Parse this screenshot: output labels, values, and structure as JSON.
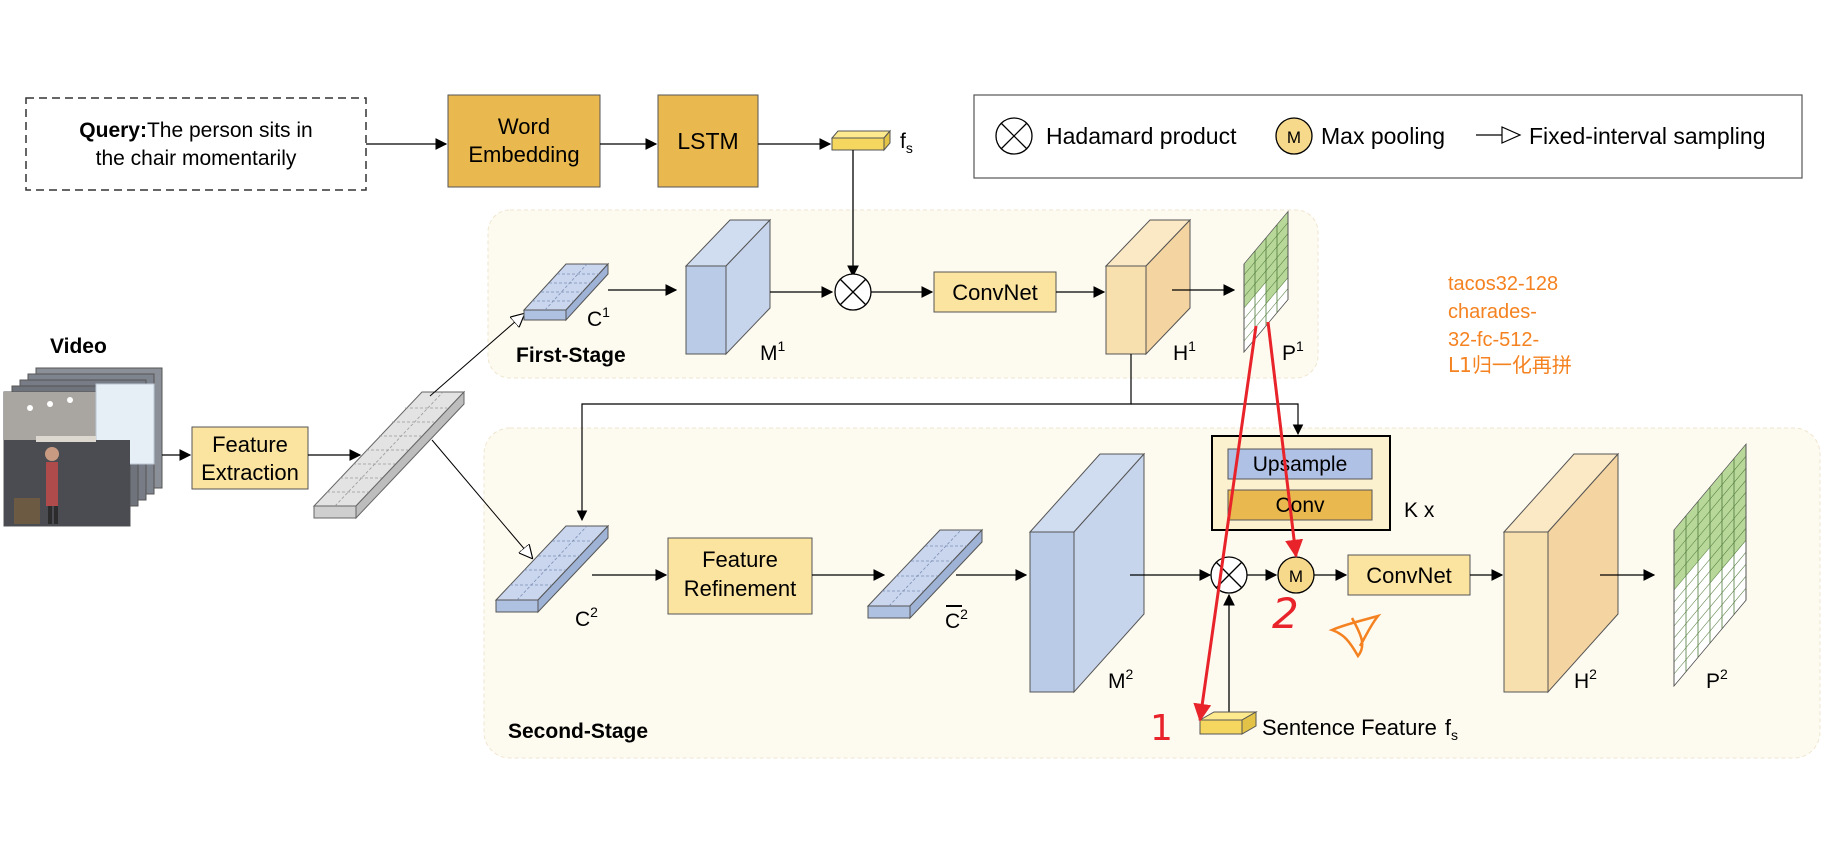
{
  "query": {
    "label": "Query:",
    "text_line1": "The person sits in",
    "text_line2": "the chair momentarily"
  },
  "blocks": {
    "word_embedding_1": "Word",
    "word_embedding_2": "Embedding",
    "lstm": "LSTM",
    "convnet1": "ConvNet",
    "convnet2": "ConvNet",
    "feature_extraction_1": "Feature",
    "feature_extraction_2": "Extraction",
    "feature_refinement_1": "Feature",
    "feature_refinement_2": "Refinement",
    "upsample": "Upsample",
    "conv": "Conv",
    "kx": "K x",
    "video": "Video",
    "sentence_feature": "Sentence Feature"
  },
  "labels": {
    "fs": "f",
    "fs_sub": "s",
    "c1": "C",
    "c1_sup": "1",
    "m1": "M",
    "m1_sup": "1",
    "h1": "H",
    "h1_sup": "1",
    "p1": "P",
    "p1_sup": "1",
    "c2": "C",
    "c2_sup": "2",
    "c2bar": "C",
    "c2bar_sup": "2",
    "m2": "M",
    "m2_sup": "2",
    "h2": "H",
    "h2_sup": "2",
    "p2": "P",
    "p2_sup": "2",
    "max_symbol": "M",
    "first_stage": "First-Stage",
    "second_stage": "Second-Stage"
  },
  "legend": {
    "hadamard": "Hadamard product",
    "maxpool": "Max pooling",
    "sampling": "Fixed-interval sampling",
    "maxpool_symbol": "M"
  },
  "annotations": {
    "note_lines": [
      "tacos32-128",
      "charades-",
      "32-fc-512-",
      "L1归一化再拼"
    ],
    "mark_1": "1",
    "mark_2": "2"
  },
  "colors": {
    "orange_block": "#E9B84E",
    "yellow_block": "#FBE3A0",
    "blue_block": "#B9CBE6",
    "peach_block": "#F8DFAE",
    "green_cell": "#A9CF8C",
    "stage_bg": "#FDFAF0",
    "annotation_red": "#E8232A",
    "annotation_orange": "#F58220"
  }
}
